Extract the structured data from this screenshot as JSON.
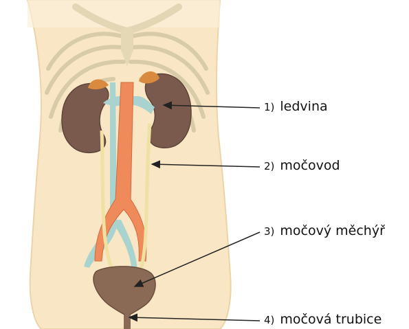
{
  "colors": {
    "skin": "#f8e6c4",
    "skin_edge": "#e9cfa3",
    "ribs": "#d9cfae",
    "kidney": "#7a5a4c",
    "adrenal": "#d98a3e",
    "aorta": "#ef8a5a",
    "vein": "#a9d3cf",
    "ureter": "#f0e4a8",
    "bladder": "#8a6a55",
    "arrow": "#222222"
  },
  "labels": [
    {
      "number": "1)",
      "text": "ledvina"
    },
    {
      "number": "2)",
      "text": "močovod"
    },
    {
      "number": "3)",
      "text": "močový měchýř"
    },
    {
      "number": "4)",
      "text": "močová trubice"
    }
  ]
}
